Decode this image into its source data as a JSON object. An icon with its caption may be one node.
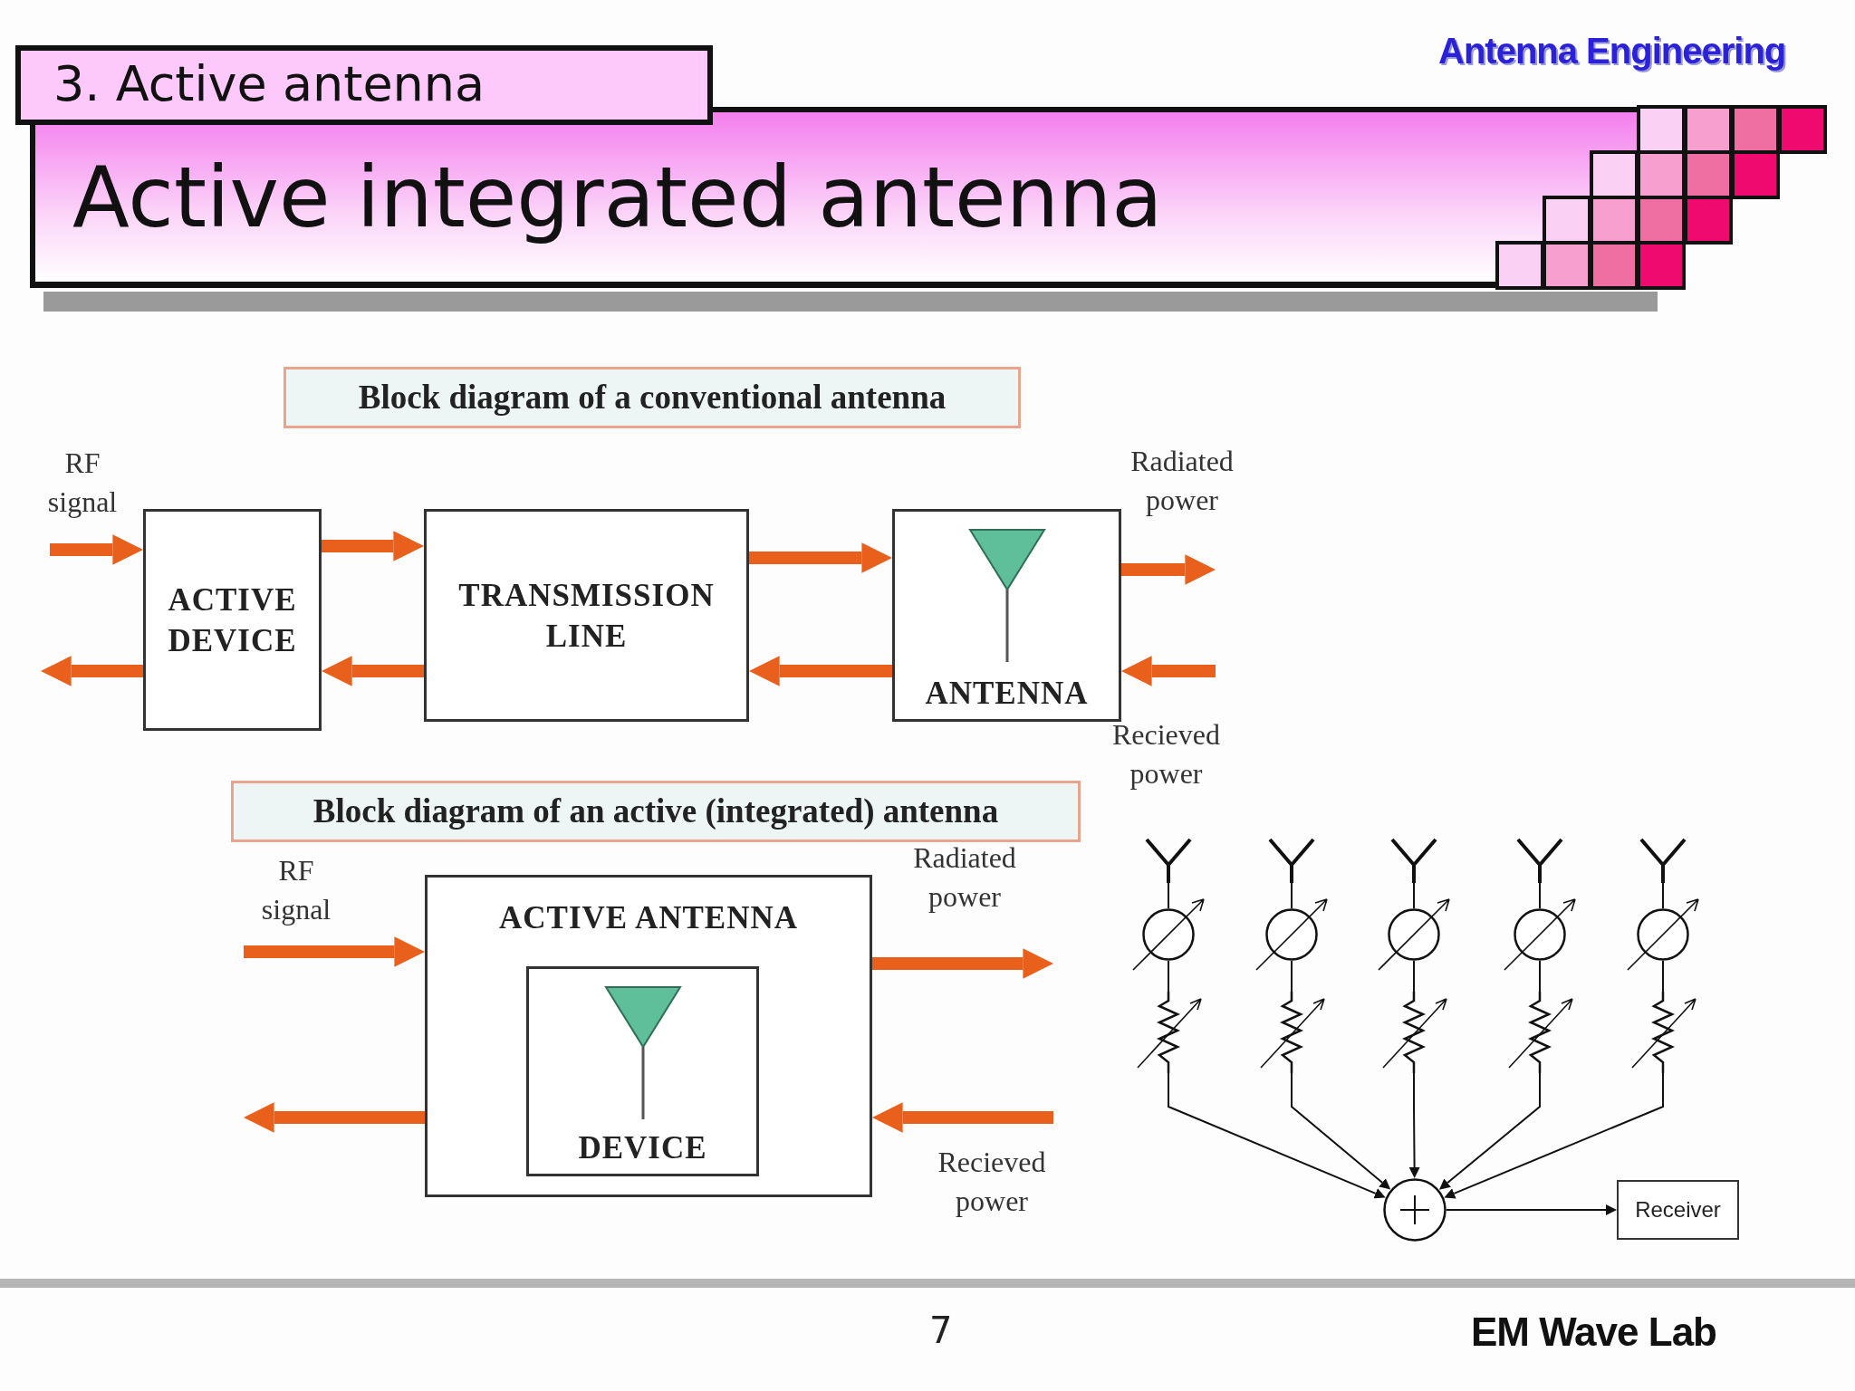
{
  "diagram": {
    "title": "Active integrated antenna",
    "nodes": [
      {
        "text": [
          "ACTIVE DEVICE"
        ]
      },
      {
        "text": [
          "TRANSMISSION LINE"
        ]
      },
      {
        "text": [
          "ANTENNA"
        ]
      },
      {
        "text": [
          "ACTIVE ANTENNA"
        ]
      },
      {
        "text": [
          "DEVICE"
        ],
        "in": 3
      },
      {
        "text": [],
        "shape": "antenna"
      },
      {
        "text": [],
        "shape": "antenna"
      },
      {
        "text": [],
        "shape": "antenna"
      },
      {
        "text": [],
        "shape": "antenna"
      },
      {
        "text": [],
        "shape": "antenna"
      },
      {
        "text": [],
        "shape": "circle"
      },
      {
        "text": [],
        "shape": "circle"
      },
      {
        "text": [],
        "shape": "circle"
      },
      {
        "text": [],
        "shape": "circle"
      },
      {
        "text": [],
        "shape": "circle"
      },
      {
        "text": [],
        "shape": "resistor"
      },
      {
        "text": [],
        "shape": "resistor"
      },
      {
        "text": [],
        "shape": "resistor"
      },
      {
        "text": [],
        "shape": "resistor"
      },
      {
        "text": [],
        "shape": "resistor"
      },
      {
        "text": [],
        "shape": "circle"
      },
      {
        "text": [
          "Receiver"
        ]
      }
    ],
    "edges": [
      {
        "from": null,
        "to": 0,
        "arrow": "to",
        "style": "thick",
        "color": "#e8601c"
      },
      {
        "from": 0,
        "to": null,
        "arrow": "to",
        "style": "thick",
        "color": "#e8601c"
      },
      {
        "from": 0,
        "to": 1,
        "arrow": "to",
        "style": "thick",
        "color": "#e8601c"
      },
      {
        "from": 1,
        "to": 0,
        "arrow": "to",
        "style": "thick",
        "color": "#e8601c"
      },
      {
        "from": 1,
        "to": 2,
        "arrow": "to",
        "style": "thick",
        "color": "#e8601c"
      },
      {
        "from": 2,
        "to": 1,
        "arrow": "to",
        "style": "thick",
        "color": "#e8601c"
      },
      {
        "from": 2,
        "to": null,
        "arrow": "to",
        "style": "thick",
        "color": "#e8601c"
      },
      {
        "from": null,
        "to": 2,
        "arrow": "to",
        "style": "thick",
        "color": "#e8601c"
      },
      {
        "from": null,
        "to": 3,
        "arrow": "to",
        "style": "thick",
        "color": "#e8601c"
      },
      {
        "from": 3,
        "to": null,
        "arrow": "to",
        "style": "thick",
        "color": "#e8601c"
      },
      {
        "from": 3,
        "to": null,
        "arrow": "to",
        "style": "thick",
        "color": "#e8601c"
      },
      {
        "from": null,
        "to": 3,
        "arrow": "to",
        "style": "thick",
        "color": "#e8601c"
      },
      {
        "from": 5,
        "to": 10,
        "arrow": "none"
      },
      {
        "from": 6,
        "to": 11,
        "arrow": "none"
      },
      {
        "from": 7,
        "to": 12,
        "arrow": "none"
      },
      {
        "from": 8,
        "to": 13,
        "arrow": "none"
      },
      {
        "from": 9,
        "to": 14,
        "arrow": "none"
      },
      {
        "from": 10,
        "to": 15,
        "arrow": "none"
      },
      {
        "from": 11,
        "to": 16,
        "arrow": "none"
      },
      {
        "from": 12,
        "to": 17,
        "arrow": "none"
      },
      {
        "from": 13,
        "to": 18,
        "arrow": "none"
      },
      {
        "from": 14,
        "to": 19,
        "arrow": "none"
      },
      {
        "from": 15,
        "to": 20,
        "arrow": "to"
      },
      {
        "from": 16,
        "to": 20,
        "arrow": "to"
      },
      {
        "from": 17,
        "to": 20,
        "arrow": "to"
      },
      {
        "from": 18,
        "to": 20,
        "arrow": "to"
      },
      {
        "from": 19,
        "to": 20,
        "arrow": "to"
      },
      {
        "from": 20,
        "to": 21,
        "arrow": "to"
      }
    ],
    "labels": [
      "3. Active antenna",
      "Antenna Engineering",
      "Block diagram of a conventional antenna",
      "RF signal",
      "Radiated power",
      "Recieved power",
      "Block diagram of an active (integrated) antenna",
      "RF signal",
      "Radiated power",
      "Recieved power",
      "7",
      "EM Wave Lab"
    ]
  }
}
